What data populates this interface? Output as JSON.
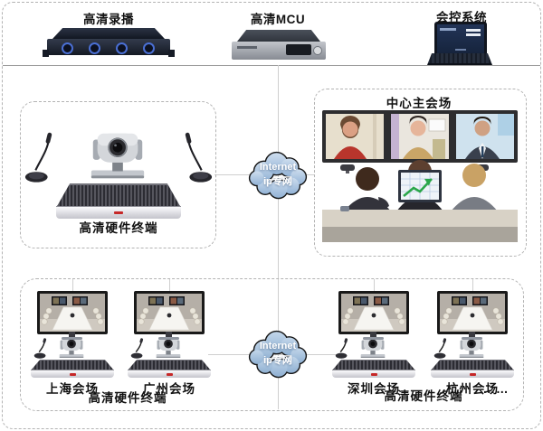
{
  "top": {
    "devices": [
      {
        "label": "高清录播",
        "icon": "rack-recorder"
      },
      {
        "label": "高清MCU",
        "icon": "mcu-server"
      },
      {
        "label": "会控系统",
        "icon": "control-laptop"
      }
    ]
  },
  "clouds": {
    "top": {
      "line1": "Internet",
      "line2": "ip专网"
    },
    "bottom": {
      "line1": "Internet",
      "line2": "ip专网"
    }
  },
  "middle": {
    "terminal": {
      "label": "高清硬件终端"
    },
    "main_venue": {
      "title": "中心主会场"
    }
  },
  "bottom": {
    "venues": [
      {
        "label": "上海会场"
      },
      {
        "label": "广州会场"
      },
      {
        "label": "深圳会场"
      },
      {
        "label": "杭州会场"
      }
    ],
    "group_labels": [
      "高清硬件终端",
      "高清硬件终端"
    ],
    "ellipsis": "……"
  },
  "colors": {
    "cloud_fill_top": "#c7daed",
    "cloud_fill_bottom": "#9db9d8",
    "cloud_text": "#ffffff",
    "status_red": "#c62828",
    "fan_blue": "#4a6fd4",
    "connector_gray": "#cfcfcf",
    "border_gray": "#b3b3b3"
  }
}
